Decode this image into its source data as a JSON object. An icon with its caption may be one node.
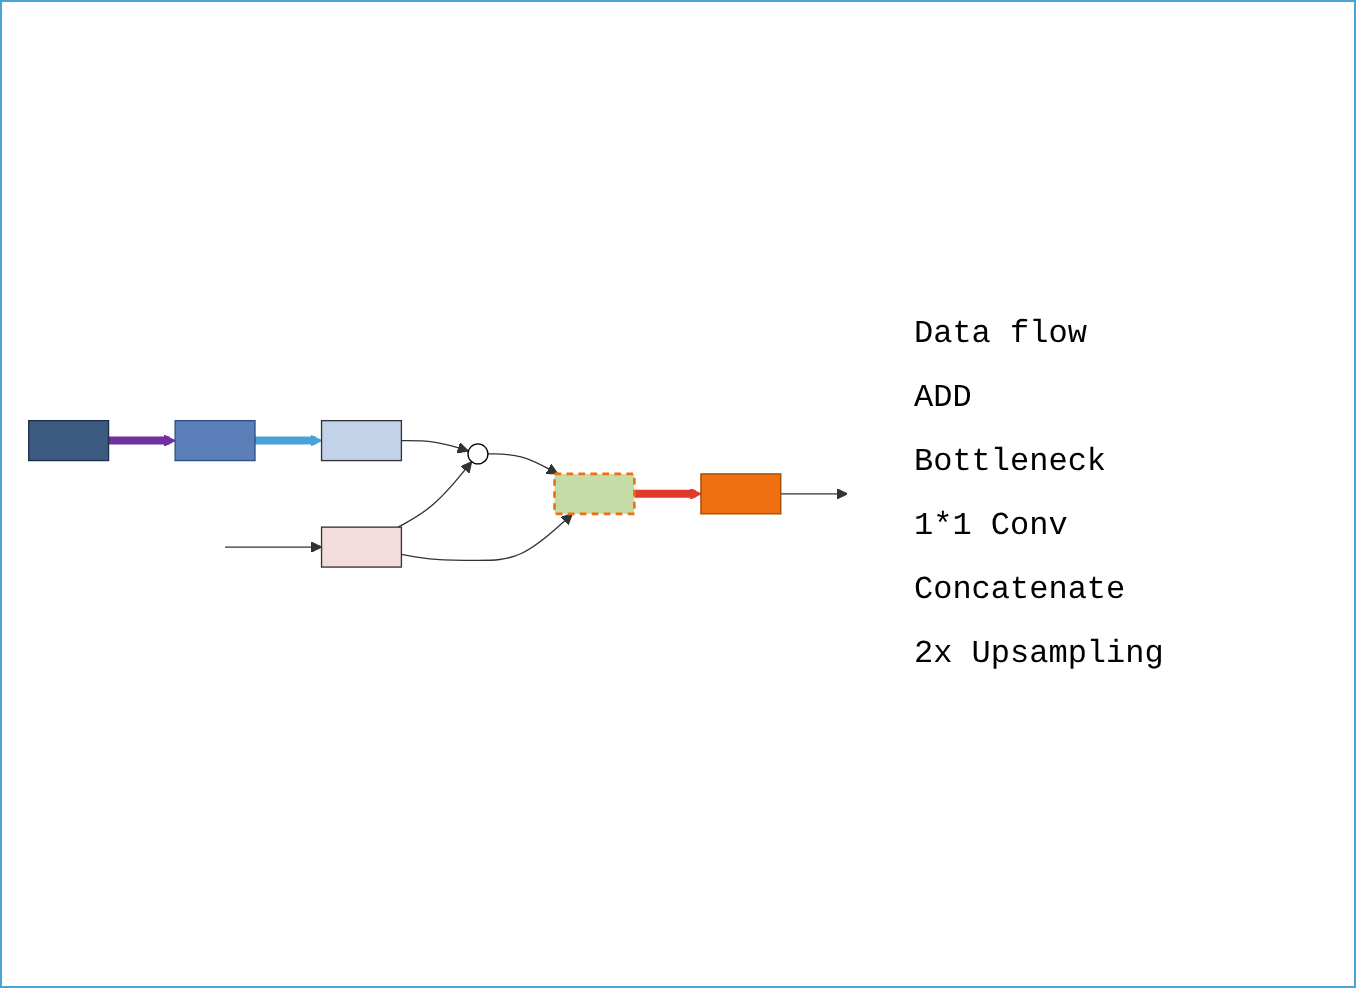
{
  "diagram": {
    "nodes": [
      {
        "text": [],
        "shape": "box"
      },
      {
        "text": [],
        "shape": "circle"
      },
      {
        "text": [],
        "shape": "box"
      },
      {
        "text": [],
        "shape": "box"
      },
      {
        "text": [],
        "shape": "box"
      },
      {
        "text": [],
        "shape": "box"
      },
      {
        "text": [],
        "shape": "bar"
      }
    ],
    "edges": [
      {
        "from": null,
        "to": 0,
        "arrow": "to"
      },
      {
        "from": 0,
        "to": 1,
        "arrow": "to"
      },
      {
        "from": 1,
        "to": 2,
        "arrow": "to"
      },
      {
        "from": 0,
        "to": 2,
        "arrow": "to"
      },
      {
        "from": 2,
        "to": 3,
        "arrow": "to",
        "style": "thick",
        "color": "#e03a2a"
      },
      {
        "from": 3,
        "to": null,
        "arrow": "to"
      },
      {
        "from": 4,
        "to": 1,
        "arrow": "to"
      },
      {
        "from": 5,
        "to": 4,
        "arrow": "to",
        "style": "thick",
        "color": "#4aa3d6"
      },
      {
        "from": 6,
        "to": 5,
        "arrow": "to",
        "style": "thick",
        "color": "#7030a0"
      }
    ],
    "legend": [
      {
        "text": "Data flow"
      },
      {
        "text": "ADD"
      },
      {
        "text": "Bottleneck"
      },
      {
        "text": "1*1 Conv"
      },
      {
        "text": "Concatenate"
      },
      {
        "text": "2x Upsampling"
      }
    ]
  }
}
